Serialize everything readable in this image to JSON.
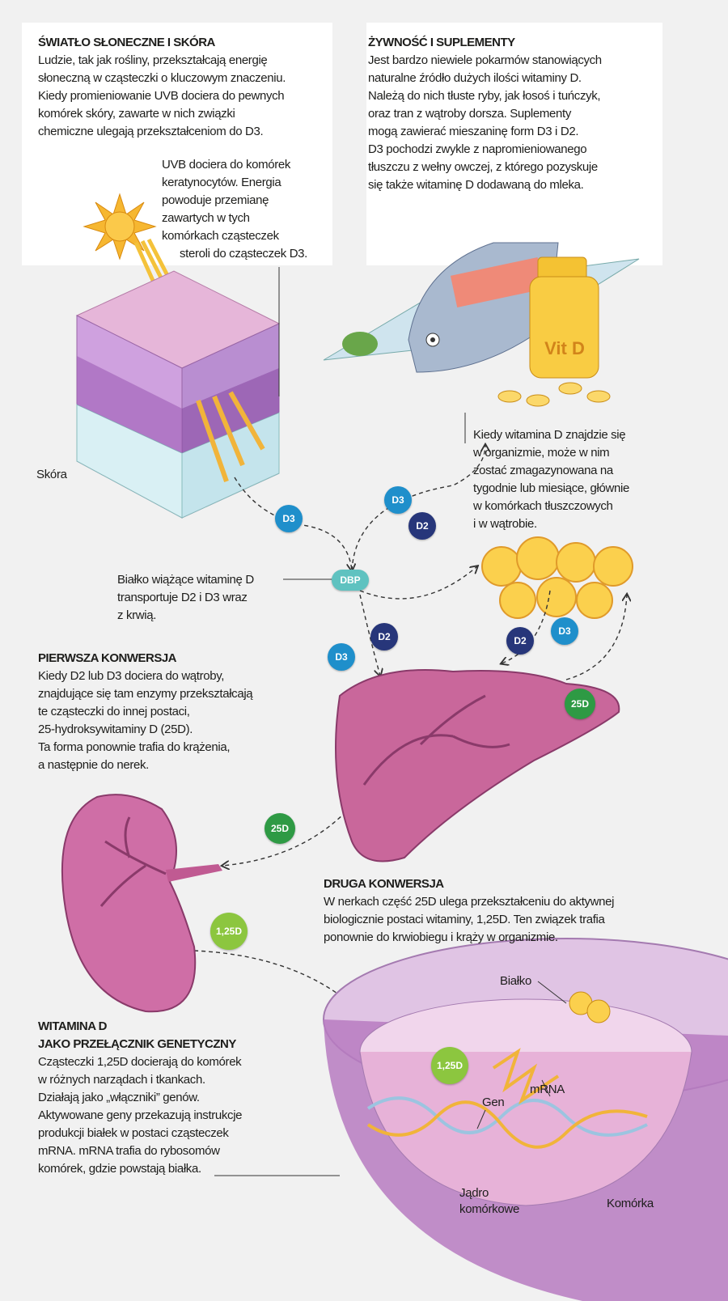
{
  "sun_skin": {
    "title": "ŚWIATŁO SŁONECZNE I SKÓRA",
    "lines": [
      "Ludzie, tak jak rośliny, przekształcają energię",
      "słoneczną w cząsteczki o kluczowym znaczeniu.",
      "Kiedy promieniowanie UVB dociera do pewnych",
      "komórek skóry, zawarte w nich związki",
      "chemiczne ulegają przekształceniom do D3."
    ],
    "uvb_lines": [
      "UVB dociera do komórek",
      "keratynocytów. Energia",
      "powoduje przemianę",
      "zawartych w tych",
      "komórkach cząsteczek",
      "steroli do cząsteczek D3."
    ],
    "skin_label": "Skóra"
  },
  "food": {
    "title": "ŻYWNOŚĆ I SUPLEMENTY",
    "lines": [
      "Jest bardzo niewiele pokarmów stanowiących",
      "naturalne źródło dużych ilości witaminy D.",
      "Należą do nich tłuste ryby, jak łosoś i tuńczyk,",
      "oraz tran z wątroby dorsza. Suplementy",
      "mogą zawierać mieszaninę form D3 i D2.",
      "D3 pochodzi zwykle z napromieniowanego",
      "tłuszczu z wełny owczej, z którego pozyskuje",
      "się także witaminę D dodawaną do mleka."
    ],
    "bottle_label": "Vit D"
  },
  "storage": {
    "lines": [
      "Kiedy witamina D znajdzie się",
      "w organizmie, może w nim",
      "zostać zmagazynowana na",
      "tygodnie lub miesiące, głównie",
      "w komórkach tłuszczowych",
      "i w wątrobie."
    ]
  },
  "dbp": {
    "lines": [
      "Białko wiążące witaminę D",
      "transportuje D2 i D3 wraz",
      "z krwią."
    ]
  },
  "first": {
    "title": "PIERWSZA KONWERSJA",
    "lines": [
      "Kiedy D2 lub D3 dociera do wątroby,",
      "znajdujące się tam enzymy przekształcają",
      "te cząsteczki do innej postaci,",
      "25-hydroksywitaminy D (25D).",
      "Ta forma ponownie trafia do krążenia,",
      "a następnie do nerek."
    ]
  },
  "second": {
    "title": "DRUGA KONWERSJA",
    "lines": [
      "W nerkach część 25D ulega przekształceniu do aktywnej",
      "biologicznie postaci witaminy, 1,25D. Ten związek trafia",
      "ponownie do krwiobiegu i krąży w organizmie."
    ]
  },
  "switch": {
    "title1": "WITAMINA D",
    "title2": "JAKO PRZEŁĄCZNIK GENETYCZNY",
    "lines": [
      "Cząsteczki 1,25D docierają do komórek",
      "w różnych narządach i tkankach.",
      "Działają jako „włączniki” genów.",
      "Aktywowane geny przekazują instrukcje",
      "produkcji białek w postaci cząsteczek",
      "mRNA. mRNA trafia do rybosomów",
      "komórek, gdzie powstają białka."
    ]
  },
  "cell_labels": {
    "protein": "Białko",
    "gene": "Gen",
    "mrna": "mRNA",
    "nucleus1": "Jądro",
    "nucleus2": "komórkowe",
    "cell": "Komórka"
  },
  "badges": {
    "d3": "D3",
    "d2": "D2",
    "dbp": "DBP",
    "d25": "25D",
    "d125": "1,25D"
  },
  "colors": {
    "d3": "#1f8fcb",
    "d2": "#27367a",
    "dbp": "#5fc2c0",
    "d25": "#2e9a44",
    "d125": "#8cc63f"
  }
}
